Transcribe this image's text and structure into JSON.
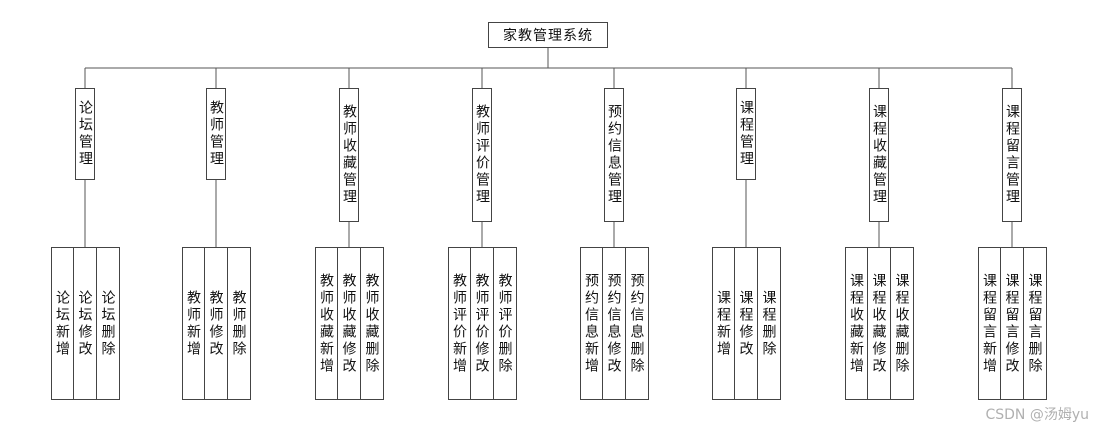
{
  "title": "家教管理系统",
  "modules": [
    {
      "label": "论坛管理",
      "children": [
        "论坛新增",
        "论坛修改",
        "论坛删除"
      ]
    },
    {
      "label": "教师管理",
      "children": [
        "教师新增",
        "教师修改",
        "教师删除"
      ]
    },
    {
      "label": "教师收藏管理",
      "children": [
        "教师收藏新增",
        "教师收藏修改",
        "教师收藏删除"
      ]
    },
    {
      "label": "教师评价管理",
      "children": [
        "教师评价新增",
        "教师评价修改",
        "教师评价删除"
      ]
    },
    {
      "label": "预约信息管理",
      "children": [
        "预约信息新增",
        "预约信息修改",
        "预约信息删除"
      ]
    },
    {
      "label": "课程管理",
      "children": [
        "课程新增",
        "课程修改",
        "课程删除"
      ]
    },
    {
      "label": "课程收藏管理",
      "children": [
        "课程收藏新增",
        "课程收藏修改",
        "课程收藏删除"
      ]
    },
    {
      "label": "课程留言管理",
      "children": [
        "课程留言新增",
        "课程留言修改",
        "课程留言删除"
      ]
    }
  ],
  "watermark": "CSDN @汤姆yu"
}
